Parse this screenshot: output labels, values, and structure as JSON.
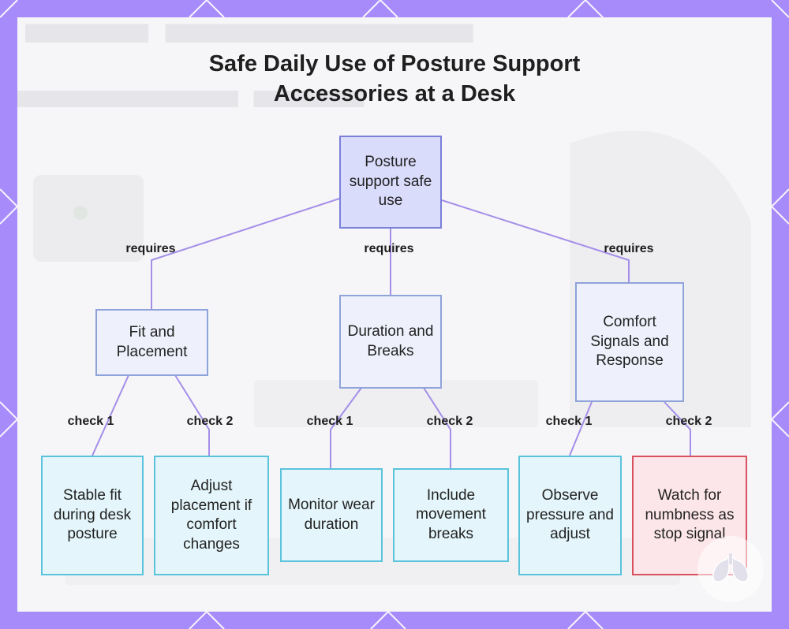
{
  "title": {
    "line1": "Safe Daily Use of Posture Support",
    "line2": "Accessories at a Desk"
  },
  "colors": {
    "frame": "#a78bfa",
    "root_fill": "#d9dcfb",
    "root_border": "#7a7fd8",
    "mid_fill": "#eef1fb",
    "mid_border": "#8fa3da",
    "leaf_fill": "#e4f6fb",
    "leaf_border": "#5bc3dc",
    "warn_fill": "#fde6ea",
    "warn_border": "#d9505f",
    "edge": "#a48ee8"
  },
  "nodes": {
    "root": "Posture support safe use",
    "fit": "Fit and Placement",
    "duration": "Duration and Breaks",
    "comfort": "Comfort Signals and Response",
    "stable_fit": "Stable fit during desk posture",
    "adjust_placement": "Adjust placement if comfort changes",
    "monitor_wear": "Monitor wear duration",
    "movement_breaks": "Include movement breaks",
    "observe_pressure": "Observe pressure and adjust",
    "watch_numbness": "Watch for numbness as stop signal"
  },
  "edge_labels": {
    "requires": "requires",
    "check1": "check 1",
    "check2": "check 2"
  },
  "badge_icon": "lungs-icon"
}
